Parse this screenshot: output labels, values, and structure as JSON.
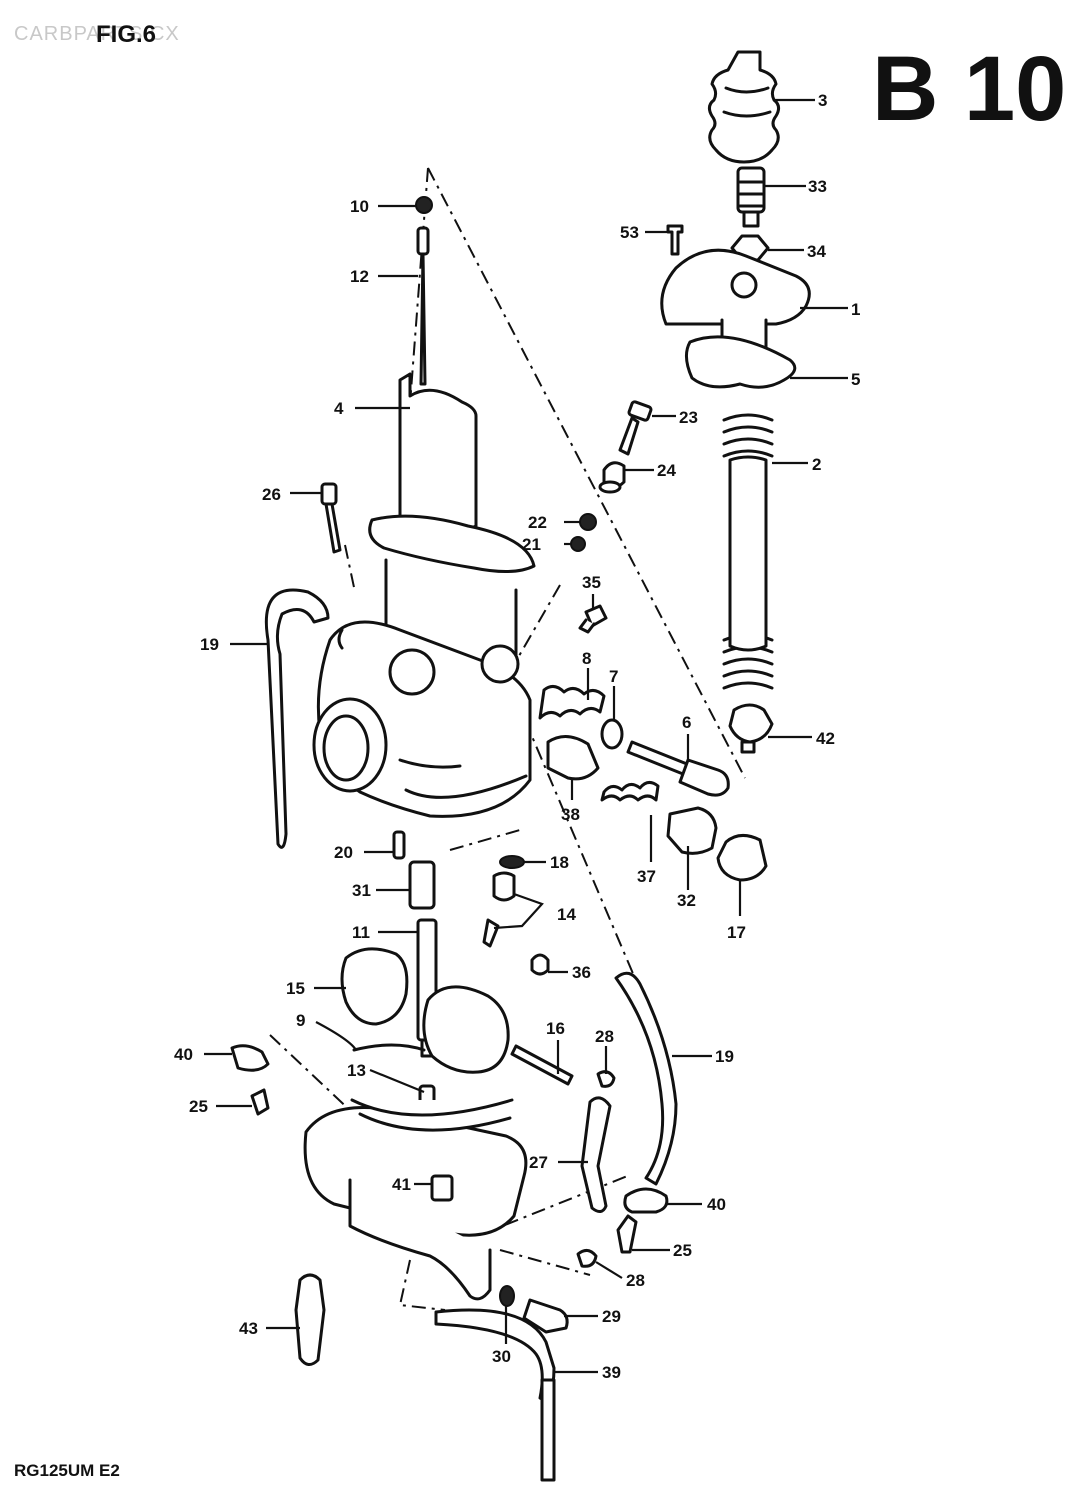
{
  "figure": {
    "title": "FIG.6",
    "watermark": "CARBPARTS.CX",
    "section_code": "B 10",
    "model_code": "RG125UM E2"
  },
  "callouts": [
    {
      "id": "c3",
      "label": "3"
    },
    {
      "id": "c33",
      "label": "33"
    },
    {
      "id": "c53",
      "label": "53"
    },
    {
      "id": "c34",
      "label": "34"
    },
    {
      "id": "c1",
      "label": "1"
    },
    {
      "id": "c5",
      "label": "5"
    },
    {
      "id": "c10",
      "label": "10"
    },
    {
      "id": "c12",
      "label": "12"
    },
    {
      "id": "c4",
      "label": "4"
    },
    {
      "id": "c23",
      "label": "23"
    },
    {
      "id": "c2",
      "label": "2"
    },
    {
      "id": "c24",
      "label": "24"
    },
    {
      "id": "c26",
      "label": "26"
    },
    {
      "id": "c22",
      "label": "22"
    },
    {
      "id": "c21",
      "label": "21"
    },
    {
      "id": "c35",
      "label": "35"
    },
    {
      "id": "c19a",
      "label": "19"
    },
    {
      "id": "c8",
      "label": "8"
    },
    {
      "id": "c7",
      "label": "7"
    },
    {
      "id": "c6",
      "label": "6"
    },
    {
      "id": "c42",
      "label": "42"
    },
    {
      "id": "c38",
      "label": "38"
    },
    {
      "id": "c20",
      "label": "20"
    },
    {
      "id": "c18",
      "label": "18"
    },
    {
      "id": "c37",
      "label": "37"
    },
    {
      "id": "c32",
      "label": "32"
    },
    {
      "id": "c31",
      "label": "31"
    },
    {
      "id": "c14",
      "label": "14"
    },
    {
      "id": "c17",
      "label": "17"
    },
    {
      "id": "c11",
      "label": "11"
    },
    {
      "id": "c36",
      "label": "36"
    },
    {
      "id": "c15",
      "label": "15"
    },
    {
      "id": "c9",
      "label": "9"
    },
    {
      "id": "c16",
      "label": "16"
    },
    {
      "id": "c28a",
      "label": "28"
    },
    {
      "id": "c19b",
      "label": "19"
    },
    {
      "id": "c40a",
      "label": "40"
    },
    {
      "id": "c13",
      "label": "13"
    },
    {
      "id": "c25a",
      "label": "25"
    },
    {
      "id": "c27",
      "label": "27"
    },
    {
      "id": "c41",
      "label": "41"
    },
    {
      "id": "c40b",
      "label": "40"
    },
    {
      "id": "c25b",
      "label": "25"
    },
    {
      "id": "c28b",
      "label": "28"
    },
    {
      "id": "c43",
      "label": "43"
    },
    {
      "id": "c29",
      "label": "29"
    },
    {
      "id": "c30",
      "label": "30"
    },
    {
      "id": "c39",
      "label": "39"
    }
  ]
}
